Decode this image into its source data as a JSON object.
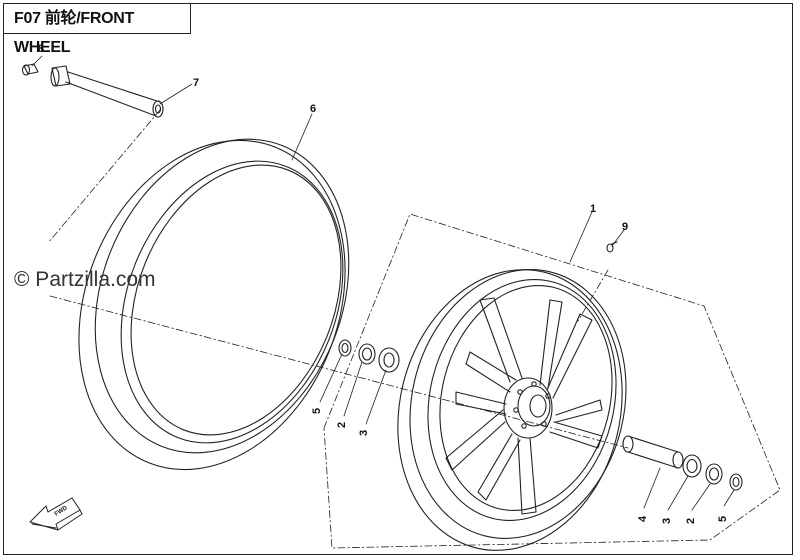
{
  "title": "F07  前轮/FRONT WHEEL",
  "watermark": "© Partzilla.com",
  "fwd_label": "FWD",
  "callouts": [
    "8",
    "7",
    "6",
    "1",
    "9",
    "5",
    "2",
    "3",
    "4",
    "3",
    "2",
    "5"
  ],
  "colors": {
    "line": "#222222",
    "background": "#ffffff"
  }
}
